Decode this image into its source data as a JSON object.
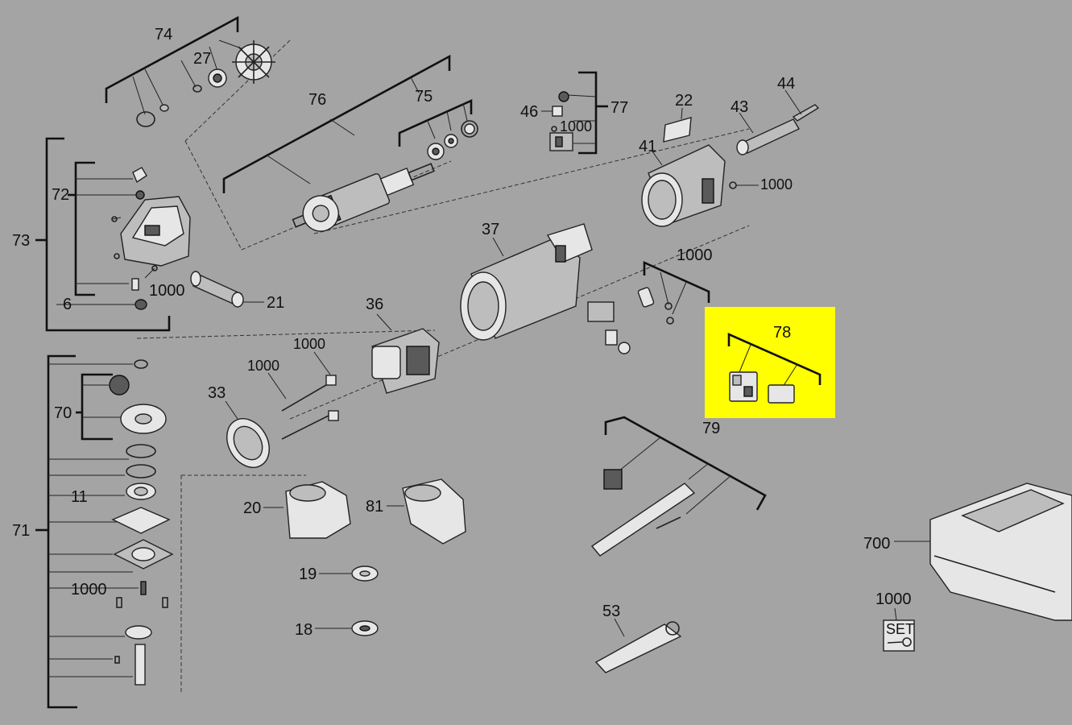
{
  "highlight_color": "#ffff00",
  "background_color": "#a4a4a4",
  "labels": {
    "p74": "74",
    "p27": "27",
    "p76": "76",
    "p75": "75",
    "p46": "46",
    "p77": "77",
    "p1000_brush": "1000",
    "p22": "22",
    "p44": "44",
    "p43": "43",
    "p41": "41",
    "p1000_41": "1000",
    "p73": "73",
    "p72": "72",
    "p1000_72": "1000",
    "p6": "6",
    "p21": "21",
    "p37": "37",
    "p36": "36",
    "p1000_rods_a": "1000",
    "p1000_rods_b": "1000",
    "p33": "33",
    "p1000_switch": "1000",
    "p78": "78",
    "p79": "79",
    "p70": "70",
    "p11": "11",
    "p71": "71",
    "p1000_71": "1000",
    "p20": "20",
    "p81": "81",
    "p19": "19",
    "p18": "18",
    "p53": "53",
    "p700": "700",
    "p1000_set": "1000",
    "set_text": "SET"
  }
}
